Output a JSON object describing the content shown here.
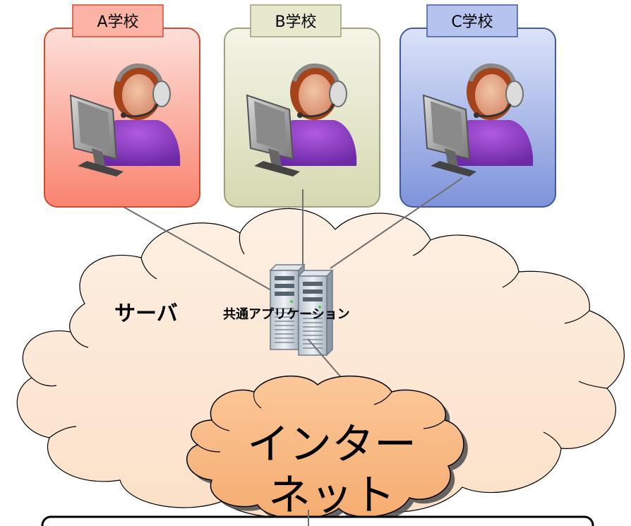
{
  "schools": [
    {
      "label": "A学校",
      "color": "#fb8d7a",
      "fill_top": "#fde0da",
      "fill_bottom": "#f9836f",
      "border": "#d24b2f",
      "tag": "#fcb2a4"
    },
    {
      "label": "B学校",
      "color": "#d9dbb8",
      "fill_top": "#f4f5e6",
      "fill_bottom": "#d6d8b2",
      "border": "#9ea079",
      "tag": "#e7e9cd"
    },
    {
      "label": "C学校",
      "color": "#8fa1df",
      "fill_top": "#dce3f8",
      "fill_bottom": "#7e93da",
      "border": "#41599e",
      "tag": "#b6c3ef"
    }
  ],
  "cloud": {
    "server_label": "サーバ",
    "app_label": "共通アプリケーション",
    "fill": "#fce8d3"
  },
  "internet": {
    "line1": "インター",
    "line2": "ネット",
    "fill": "#f9bb87"
  },
  "icons": {
    "user": "operator-headset-icon",
    "server": "server-rack-icon"
  }
}
